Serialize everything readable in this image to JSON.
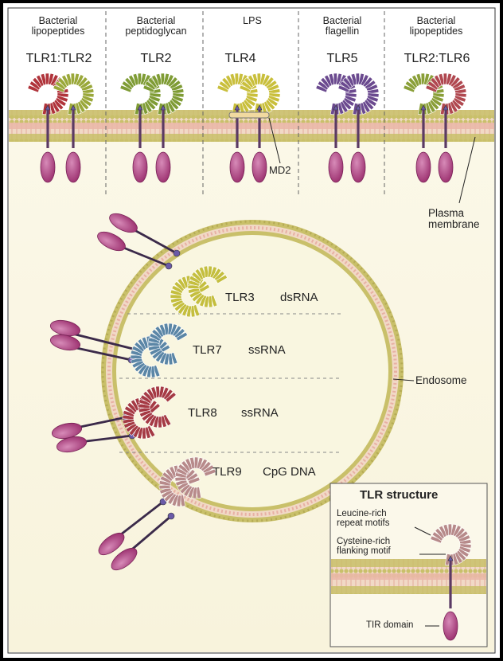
{
  "membrane_receptors": [
    {
      "ligand": "Bacterial\nlipopeptides",
      "name": "TLR1:TLR2",
      "colors": [
        "#b0343b",
        "#9aa83a"
      ]
    },
    {
      "ligand": "Bacterial\npeptidoglycan",
      "name": "TLR2",
      "colors": [
        "#7f9c35",
        "#7f9c35"
      ]
    },
    {
      "ligand": "LPS",
      "name": "TLR4",
      "colors": [
        "#c9bf3c",
        "#c9bf3c"
      ]
    },
    {
      "ligand": "Bacterial\nflagellin",
      "name": "TLR5",
      "colors": [
        "#6b4a8f",
        "#6b4a8f"
      ]
    },
    {
      "ligand": "Bacterial\nlipopeptides",
      "name": "TLR2:TLR6",
      "colors": [
        "#8a9f38",
        "#b04850"
      ]
    }
  ],
  "md2_label": "MD2",
  "plasma_membrane_label": "Plasma\nmembrane",
  "endosome_label": "Endosome",
  "endosomal_receptors": [
    {
      "name": "TLR3",
      "ligand": "dsRNA",
      "color": "#c4be3e"
    },
    {
      "name": "TLR7",
      "ligand": "ssRNA",
      "color": "#5b86a6"
    },
    {
      "name": "TLR8",
      "ligand": "ssRNA",
      "color": "#a53a44"
    },
    {
      "name": "TLR9",
      "ligand": "CpG DNA",
      "color": "#b78a8a"
    }
  ],
  "inset": {
    "title": "TLR structure",
    "lrr_label": "Leucine-rich\nrepeat motifs",
    "cys_label": "Cysteine-rich\nflanking motif",
    "tir_label": "TIR domain",
    "color": "#b78a8a"
  }
}
